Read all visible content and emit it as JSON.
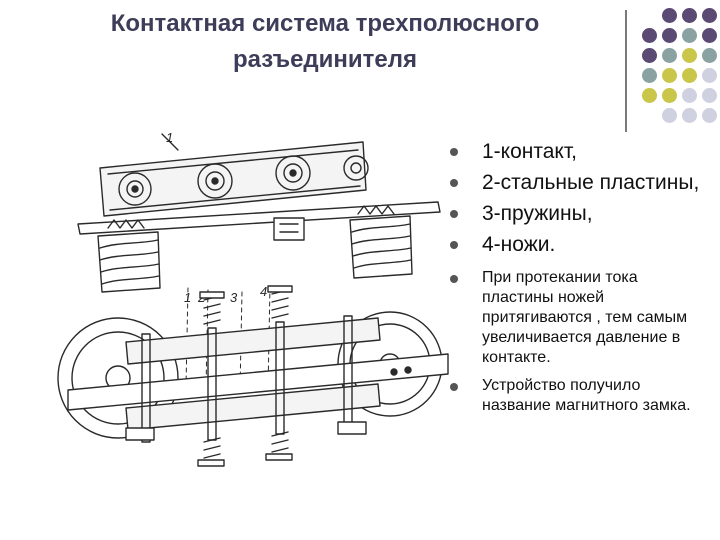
{
  "slide": {
    "title_line1": "Контактная система трехполюсного",
    "title_line2": "разъединителя"
  },
  "drawing": {
    "labels": [
      "1",
      "1",
      "2",
      "3",
      "4"
    ]
  },
  "bullets": [
    {
      "text": "1-контакт,",
      "size": "big"
    },
    {
      "text": "2-стальные пластины,",
      "size": "big"
    },
    {
      "text": "3-пружины,",
      "size": "big"
    },
    {
      "text": "4-ножи.",
      "size": "big"
    },
    {
      "text": "При протекании тока пластины ножей притягиваются , тем самым увеличивается давление в контакте.",
      "size": "small"
    },
    {
      "text": "Устройство получило название магнитного замка.",
      "size": "small"
    }
  ],
  "colors": {
    "purple": "#5b4a73",
    "teal": "#8aa2a2",
    "olive": "#c9c64a",
    "lavender": "#cfd0e0",
    "bullet": "#555555"
  }
}
